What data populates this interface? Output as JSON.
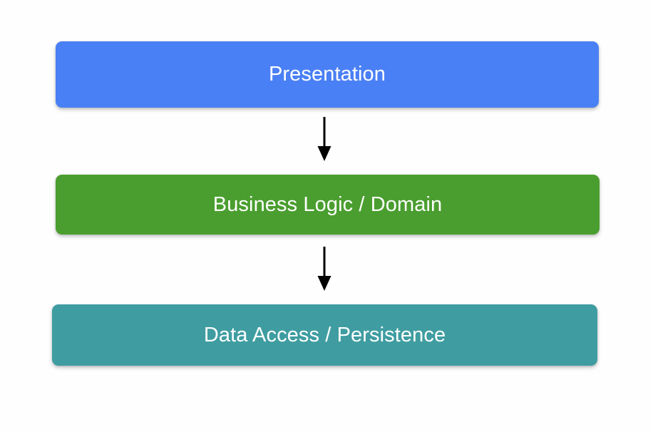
{
  "diagram": {
    "type": "layered-architecture-flow",
    "orientation": "vertical-top-down",
    "background_color": "#fefefe",
    "label_color": "#ffffff",
    "arrow_color": "#000000",
    "layers": [
      {
        "id": "presentation",
        "label": "Presentation",
        "color": "#4a80f5",
        "order": 1
      },
      {
        "id": "business-logic",
        "label": "Business Logic / Domain",
        "color": "#4a9e2f",
        "order": 2
      },
      {
        "id": "data-access",
        "label": "Data Access / Persistence",
        "color": "#3f9da1",
        "order": 3
      }
    ],
    "connectors": [
      {
        "id": "presentation-to-business-logic",
        "from": "presentation",
        "to": "business-logic",
        "style": "solid-arrow-down"
      },
      {
        "id": "business-logic-to-data-access",
        "from": "business-logic",
        "to": "data-access",
        "style": "solid-arrow-down"
      }
    ]
  }
}
